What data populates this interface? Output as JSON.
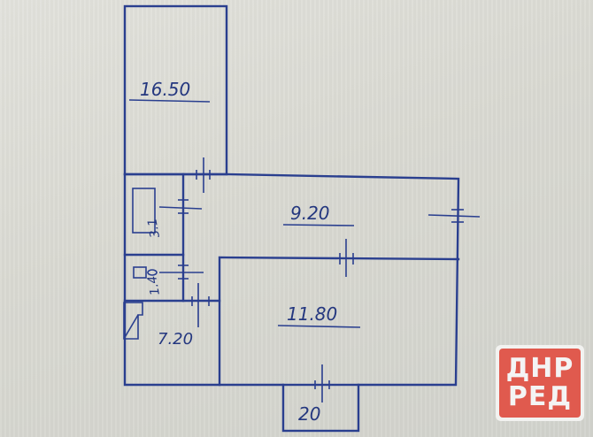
{
  "plan": {
    "rooms": [
      {
        "id": "room-top",
        "area": "16.50"
      },
      {
        "id": "room-middle",
        "area": "9.20"
      },
      {
        "id": "room-large",
        "area": "11.80"
      },
      {
        "id": "room-bottom-left",
        "area": "7.20"
      },
      {
        "id": "bathroom",
        "area": "3.1"
      },
      {
        "id": "toilet",
        "area": "1.4"
      },
      {
        "id": "balcony",
        "area": "20"
      }
    ]
  },
  "logo": {
    "line1": "ДНР",
    "line2": "РЕД",
    "background_color": "#e05a4e",
    "text_color": "#f4f4f4"
  }
}
